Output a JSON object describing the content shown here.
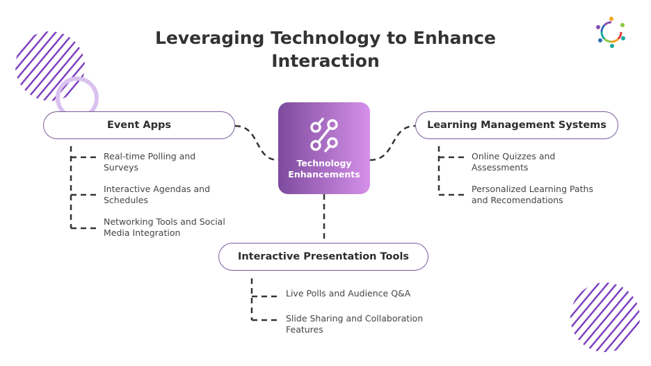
{
  "title": {
    "line1": "Leveraging Technology to Enhance",
    "line2": "Interaction"
  },
  "center": {
    "label_line1": "Technology",
    "label_line2": "Enhancements",
    "icon": "nodes-link-icon"
  },
  "branches": [
    {
      "title": "Event Apps",
      "items": [
        [
          "Real-time Polling and",
          "Surveys"
        ],
        [
          "Interactive Agendas and",
          "Schedules"
        ],
        [
          "Networking Tools and Social",
          "Media Integration"
        ]
      ]
    },
    {
      "title": "Learning Management Systems",
      "items": [
        [
          "Online Quizzes and",
          "Assessments"
        ],
        [
          "Personalized Learning Paths",
          "and Recomendations"
        ]
      ]
    },
    {
      "title": "Interactive Presentation Tools",
      "items": [
        [
          "Live Polls and Audience Q&A",
          ""
        ],
        [
          "Slide Sharing and Collaboration",
          "Features"
        ]
      ]
    }
  ],
  "colors": {
    "accent_dark": "#7d4b9d",
    "accent_light": "#d690ea",
    "text": "#333333"
  }
}
